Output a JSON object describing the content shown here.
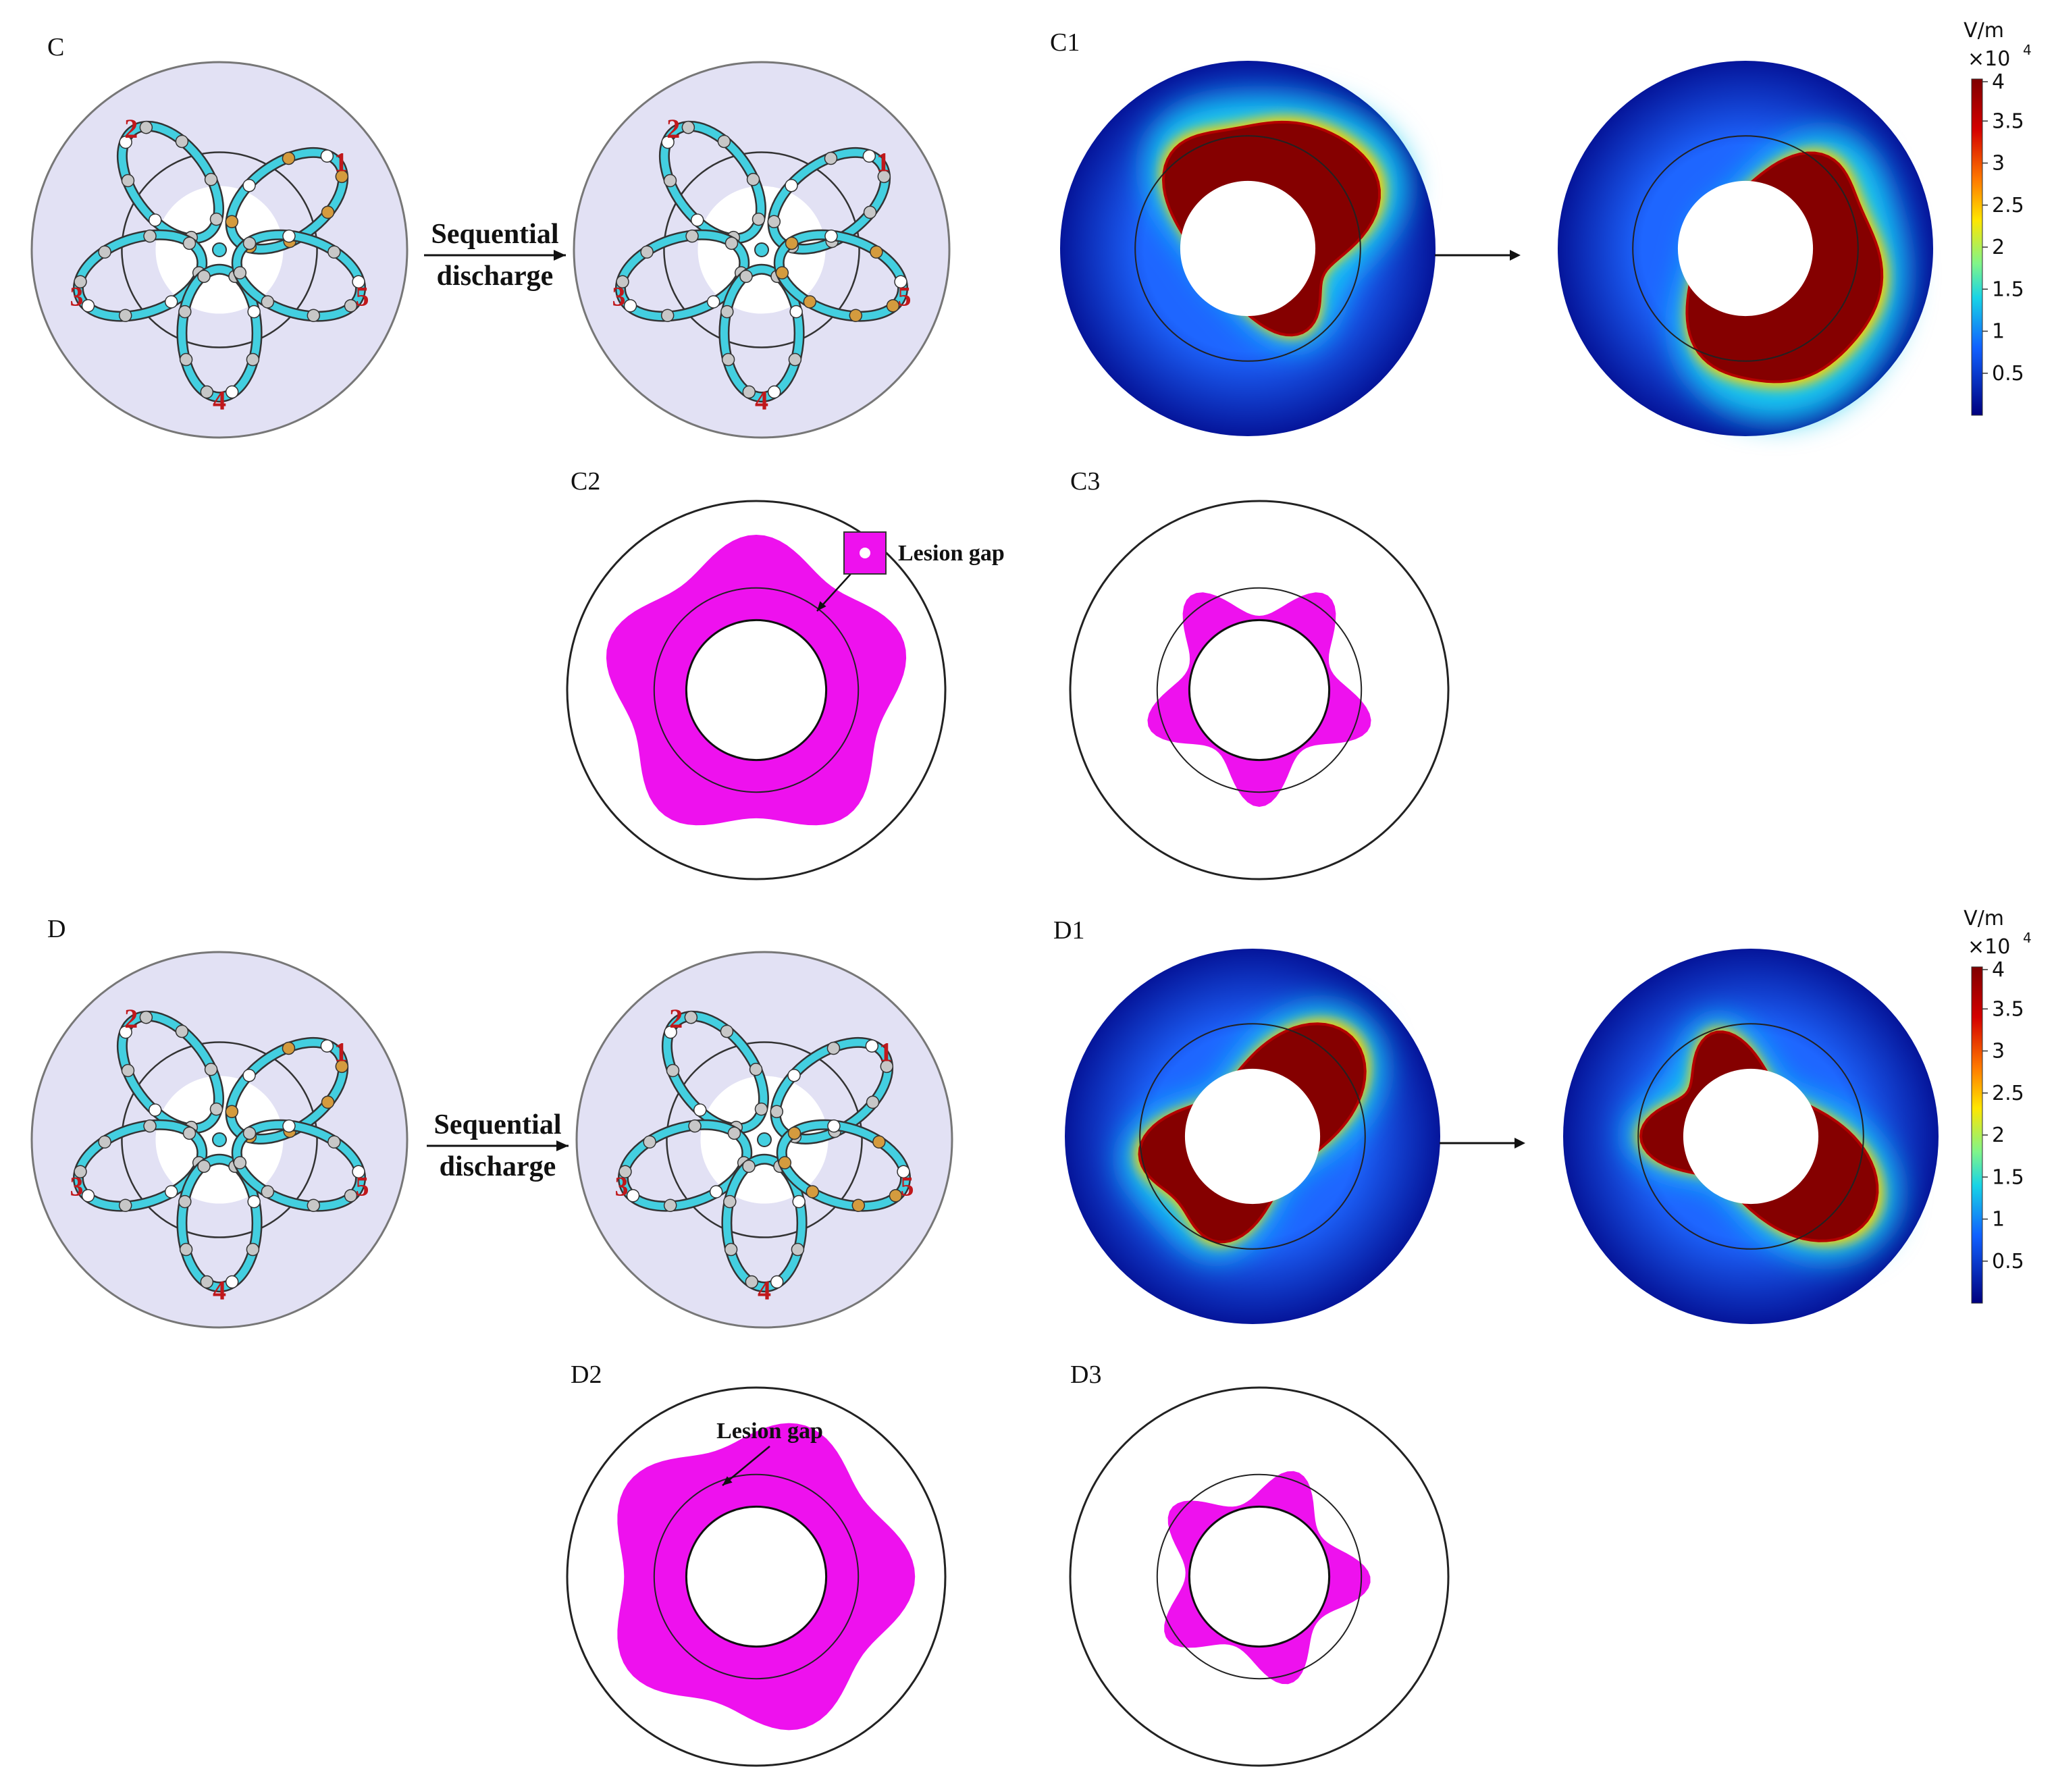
{
  "panels": {
    "C": "C",
    "C1": "C1",
    "C2": "C2",
    "C3": "C3",
    "D": "D",
    "D1": "D1",
    "D2": "D2",
    "D3": "D3"
  },
  "sequential_label": [
    "Sequential",
    "discharge"
  ],
  "lesion_gap_label": "Lesion gap",
  "electrode_numbers": [
    "1",
    "2",
    "3",
    "4",
    "5"
  ],
  "colorbar": {
    "unit": "V/m",
    "multiplier": "×10",
    "exponent": "4",
    "ticks": [
      "4",
      "3.5",
      "3",
      "2.5",
      "2",
      "1.5",
      "1",
      "0.5"
    ]
  },
  "colors": {
    "tissue": "#e2e1f4",
    "spline": "#43cfe0",
    "active_electrode": "#d49b3e",
    "inactive_electrode": "#c7c7c7",
    "lesion": "#ee11ee",
    "field_high": "#850000",
    "field_low": "#000a8c"
  }
}
